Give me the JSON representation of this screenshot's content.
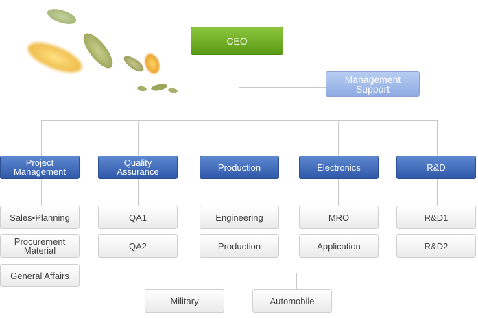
{
  "ceo": "CEO",
  "support": "Management\nSupport",
  "departments": [
    {
      "label": "Project\nManagement",
      "units": [
        "Sales•Planning",
        "Procurement\nMaterial",
        "General Affairs"
      ]
    },
    {
      "label": "Quality\nAssurance",
      "units": [
        "QA1",
        "QA2"
      ]
    },
    {
      "label": "Production",
      "units": [
        "Engineering",
        "Production"
      ],
      "subunits": [
        "Military",
        "Automobile"
      ]
    },
    {
      "label": "Electronics",
      "units": [
        "MRO",
        "Application"
      ]
    },
    {
      "label": "R&D",
      "units": [
        "R&D1",
        "R&D2"
      ]
    }
  ],
  "colors": {
    "ceo": "#6aaa1e",
    "support": "#a3bce9",
    "department": "#3a64b4",
    "unit": "#f4f4f4",
    "connector": "#c8c8c8"
  },
  "decoration": "falling-leaves"
}
